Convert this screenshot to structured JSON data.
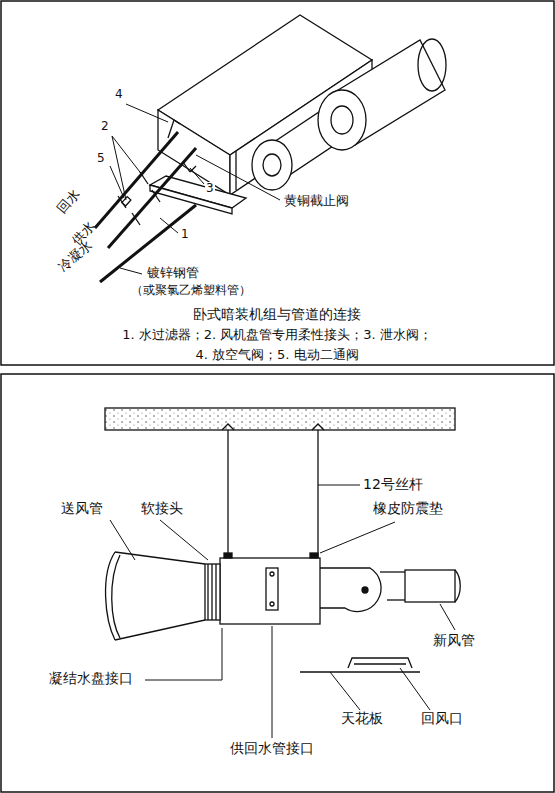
{
  "diagram": {
    "caption": "卧式暗装机组与管道的连接",
    "labels": [
      "4",
      "2",
      "5",
      "3",
      "1",
      "回水",
      "供水",
      "冷凝水",
      "黄铜截止阀",
      "镀锌钢管",
      "（或聚氯乙烯塑料管）",
      "1. 水过滤器；2. 风机盘管专用柔性接头；3. 泄水阀；",
      "4. 放空气阀；5. 电动二通阀",
      "12号丝杆",
      "送风管",
      "软接头",
      "橡皮防震垫",
      "新风管",
      "凝结水盘接口",
      "天花板",
      "回风口",
      "供回水管接口"
    ]
  }
}
